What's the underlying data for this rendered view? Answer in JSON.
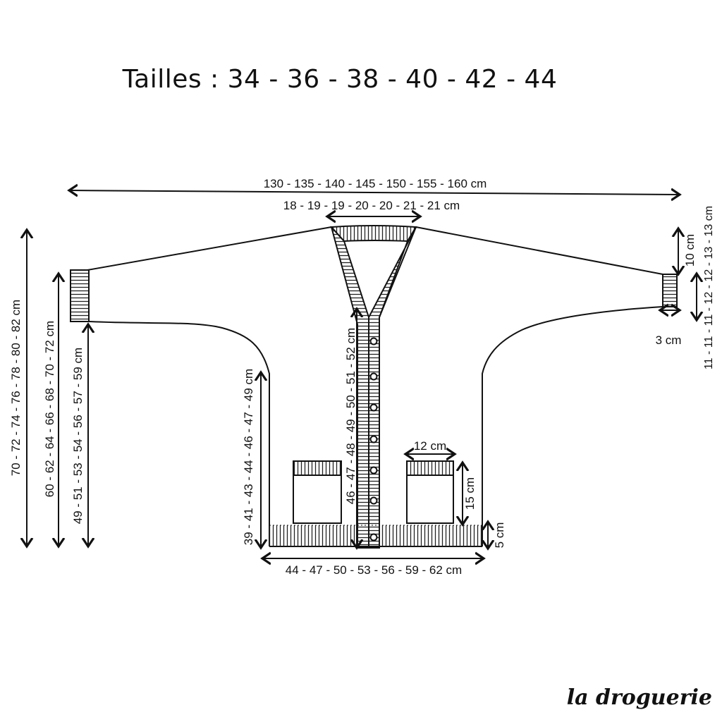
{
  "title": "Tailles : 34 - 36 - 38 - 40 - 42 - 44",
  "brand": "la droguerie",
  "measurements": {
    "total_width": "130 - 135 - 140 - 145 - 150 - 155 - 160 cm",
    "neck_width": "18 - 19 - 19 - 20 - 20 - 21 - 21 cm",
    "total_length": "70 - 72 - 74 - 76 - 78 - 80 - 82 cm",
    "underarm_to_cuff_length": "60 - 62 - 64 - 66 - 68 - 70 - 72 cm",
    "cuff_height": "49 - 51 - 53 - 54 - 56 - 57 - 59 cm",
    "body_side_length": "39 - 41 - 43 - 44 - 46 - 47 - 49 cm",
    "front_opening_length": "46 - 47 - 48 - 49 - 50 - 51 - 52 cm",
    "bottom_width": "44 - 47 - 50 - 53 - 56 - 59 - 62 cm",
    "pocket_width": "12 cm",
    "pocket_height": "15 cm",
    "ribbing_height": "5 cm",
    "cuff_band_top": "10 cm",
    "cuff_band_width": "3 cm",
    "sleeve_right": "11 - 11 - 11 - 12 - 12 - 13 - 13 cm",
    "sleeve_right_lower": "11 - 11 - 11 - 12 - 12 - 13 - 13 cm"
  }
}
